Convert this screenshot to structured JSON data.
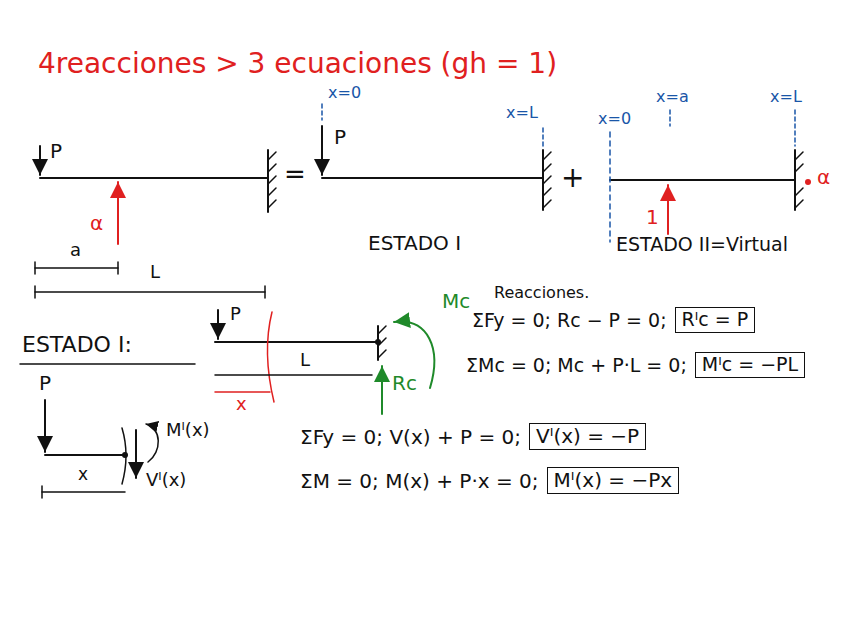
{
  "diagram": {
    "title": "4reacciones > 3 ecuaciones (gh = 1)",
    "nodes": [
      {
        "text": [
          "Rᴵc = P"
        ]
      },
      {
        "text": [
          "Mᴵc = −PL"
        ]
      },
      {
        "text": [
          "Vᴵ(x) = −P"
        ]
      },
      {
        "text": [
          "Mᴵ(x) = −Px"
        ]
      }
    ],
    "labels": [
      "P",
      "α",
      "a",
      "L",
      "=",
      "x=0",
      "P",
      "x=L",
      "+",
      "x=0",
      "x=a",
      "x=L",
      "1",
      "α",
      "ESTADO I",
      "ESTADO II=Virtual",
      "ESTADO I:",
      "P",
      "L",
      "x",
      "Mc",
      "Rc",
      "Reacciones.",
      "ΣFy = 0; Rc − P = 0;",
      "ΣMc = 0; Mc + P·L = 0;",
      "P",
      "x",
      "Mᴵ(x)",
      "Vᴵ(x)",
      "ΣFy = 0; V(x) + P = 0;",
      "ΣM = 0; M(x) + P·x = 0;"
    ]
  }
}
